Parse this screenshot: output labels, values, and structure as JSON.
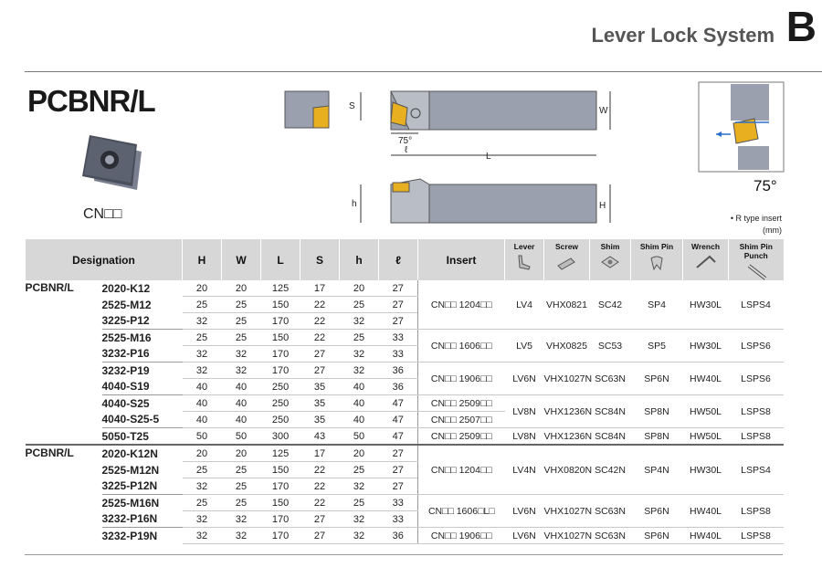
{
  "header": {
    "title": "Lever Lock System",
    "section_letter": "B"
  },
  "product": {
    "name": "PCBNR/L",
    "insert_code": "CN□□"
  },
  "drawing": {
    "labels": {
      "S": "S",
      "W": "W",
      "angle": "75°",
      "l": "ℓ",
      "L": "L",
      "h": "h",
      "H": "H"
    },
    "approach_angle": "75°",
    "note_line1": "• R type insert",
    "note_line2": "(mm)"
  },
  "table": {
    "headers": {
      "designation": "Designation",
      "H": "H",
      "W": "W",
      "L": "L",
      "S": "S",
      "h": "h",
      "l": "ℓ",
      "insert": "Insert",
      "lever": "Lever",
      "screw": "Screw",
      "shim": "Shim",
      "shim_pin": "Shim Pin",
      "wrench": "Wrench",
      "punch": "Shim Pin Punch"
    },
    "rows": [
      {
        "series": "PCBNR/L",
        "code": "2020-K12",
        "H": "20",
        "W": "20",
        "L": "125",
        "S": "17",
        "h": "20",
        "l": "27",
        "insert": "CN□□ 1204□□",
        "lever": "LV4",
        "screw": "VHX0821",
        "shim": "SC42",
        "pin": "SP4",
        "wrench": "HW30L",
        "punch": "LSPS4"
      },
      {
        "series": "",
        "code": "2525-M12",
        "H": "25",
        "W": "25",
        "L": "150",
        "S": "22",
        "h": "25",
        "l": "27"
      },
      {
        "series": "",
        "code": "3225-P12",
        "H": "32",
        "W": "25",
        "L": "170",
        "S": "22",
        "h": "32",
        "l": "27"
      },
      {
        "series": "",
        "code": "2525-M16",
        "H": "25",
        "W": "25",
        "L": "150",
        "S": "22",
        "h": "25",
        "l": "33",
        "insert": "CN□□ 1606□□",
        "lever": "LV5",
        "screw": "VHX0825",
        "shim": "SC53",
        "pin": "SP5",
        "wrench": "HW30L",
        "punch": "LSPS6"
      },
      {
        "series": "",
        "code": "3232-P16",
        "H": "32",
        "W": "32",
        "L": "170",
        "S": "27",
        "h": "32",
        "l": "33"
      },
      {
        "series": "",
        "code": "3232-P19",
        "H": "32",
        "W": "32",
        "L": "170",
        "S": "27",
        "h": "32",
        "l": "36",
        "insert": "CN□□ 1906□□",
        "lever": "LV6N",
        "screw": "VHX1027N",
        "shim": "SC63N",
        "pin": "SP6N",
        "wrench": "HW40L",
        "punch": "LSPS6"
      },
      {
        "series": "",
        "code": "4040-S19",
        "H": "40",
        "W": "40",
        "L": "250",
        "S": "35",
        "h": "40",
        "l": "36"
      },
      {
        "series": "",
        "code": "4040-S25",
        "H": "40",
        "W": "40",
        "L": "250",
        "S": "35",
        "h": "40",
        "l": "47",
        "insert": "CN□□ 2509□□",
        "lever": "LV8N",
        "screw": "VHX1236N",
        "shim": "SC84N",
        "pin": "SP8N",
        "wrench": "HW50L",
        "punch": "LSPS8"
      },
      {
        "series": "",
        "code": "4040-S25-5",
        "H": "40",
        "W": "40",
        "L": "250",
        "S": "35",
        "h": "40",
        "l": "47",
        "insert": "CN□□ 2507□□"
      },
      {
        "series": "",
        "code": "5050-T25",
        "H": "50",
        "W": "50",
        "L": "300",
        "S": "43",
        "h": "50",
        "l": "47",
        "insert": "CN□□ 2509□□",
        "lever": "LV8N",
        "screw": "VHX1236N",
        "shim": "SC84N",
        "pin": "SP8N",
        "wrench": "HW50L",
        "punch": "LSPS8"
      },
      {
        "series": "PCBNR/L",
        "code": "2020-K12N",
        "H": "20",
        "W": "20",
        "L": "125",
        "S": "17",
        "h": "20",
        "l": "27",
        "insert": "CN□□ 1204□□",
        "lever": "LV4N",
        "screw": "VHX0820N",
        "shim": "SC42N",
        "pin": "SP4N",
        "wrench": "HW30L",
        "punch": "LSPS4"
      },
      {
        "series": "",
        "code": "2525-M12N",
        "H": "25",
        "W": "25",
        "L": "150",
        "S": "22",
        "h": "25",
        "l": "27"
      },
      {
        "series": "",
        "code": "3225-P12N",
        "H": "32",
        "W": "25",
        "L": "170",
        "S": "22",
        "h": "32",
        "l": "27"
      },
      {
        "series": "",
        "code": "2525-M16N",
        "H": "25",
        "W": "25",
        "L": "150",
        "S": "22",
        "h": "25",
        "l": "33",
        "insert": "CN□□ 1606□L□",
        "lever": "LV6N",
        "screw": "VHX1027N",
        "shim": "SC63N",
        "pin": "SP6N",
        "wrench": "HW40L",
        "punch": "LSPS8"
      },
      {
        "series": "",
        "code": "3232-P16N",
        "H": "32",
        "W": "32",
        "L": "170",
        "S": "27",
        "h": "32",
        "l": "33"
      },
      {
        "series": "",
        "code": "3232-P19N",
        "H": "32",
        "W": "32",
        "L": "170",
        "S": "27",
        "h": "32",
        "l": "36",
        "insert": "CN□□ 1906□□",
        "lever": "LV6N",
        "screw": "VHX1027N",
        "shim": "SC63N",
        "pin": "SP6N",
        "wrench": "HW40L",
        "punch": "LSPS8"
      }
    ],
    "groups": [
      {
        "start": 0,
        "span": 3
      },
      {
        "start": 3,
        "span": 2
      },
      {
        "start": 5,
        "span": 2
      },
      {
        "start": 7,
        "span": 2
      },
      {
        "start": 9,
        "span": 1
      },
      {
        "start": 10,
        "span": 3
      },
      {
        "start": 13,
        "span": 2
      },
      {
        "start": 15,
        "span": 1
      }
    ],
    "insert_groups": [
      {
        "start": 0,
        "span": 3
      },
      {
        "start": 3,
        "span": 2
      },
      {
        "start": 5,
        "span": 2
      },
      {
        "start": 7,
        "span": 1
      },
      {
        "start": 8,
        "span": 1
      },
      {
        "start": 9,
        "span": 1
      },
      {
        "start": 10,
        "span": 3
      },
      {
        "start": 13,
        "span": 2
      },
      {
        "start": 15,
        "span": 1
      }
    ]
  },
  "colors": {
    "header_bg": "#d7d7d7",
    "holder_gray": "#9aa0ad",
    "insert_gold": "#e8b020",
    "arrow_blue": "#2a6fc9"
  }
}
